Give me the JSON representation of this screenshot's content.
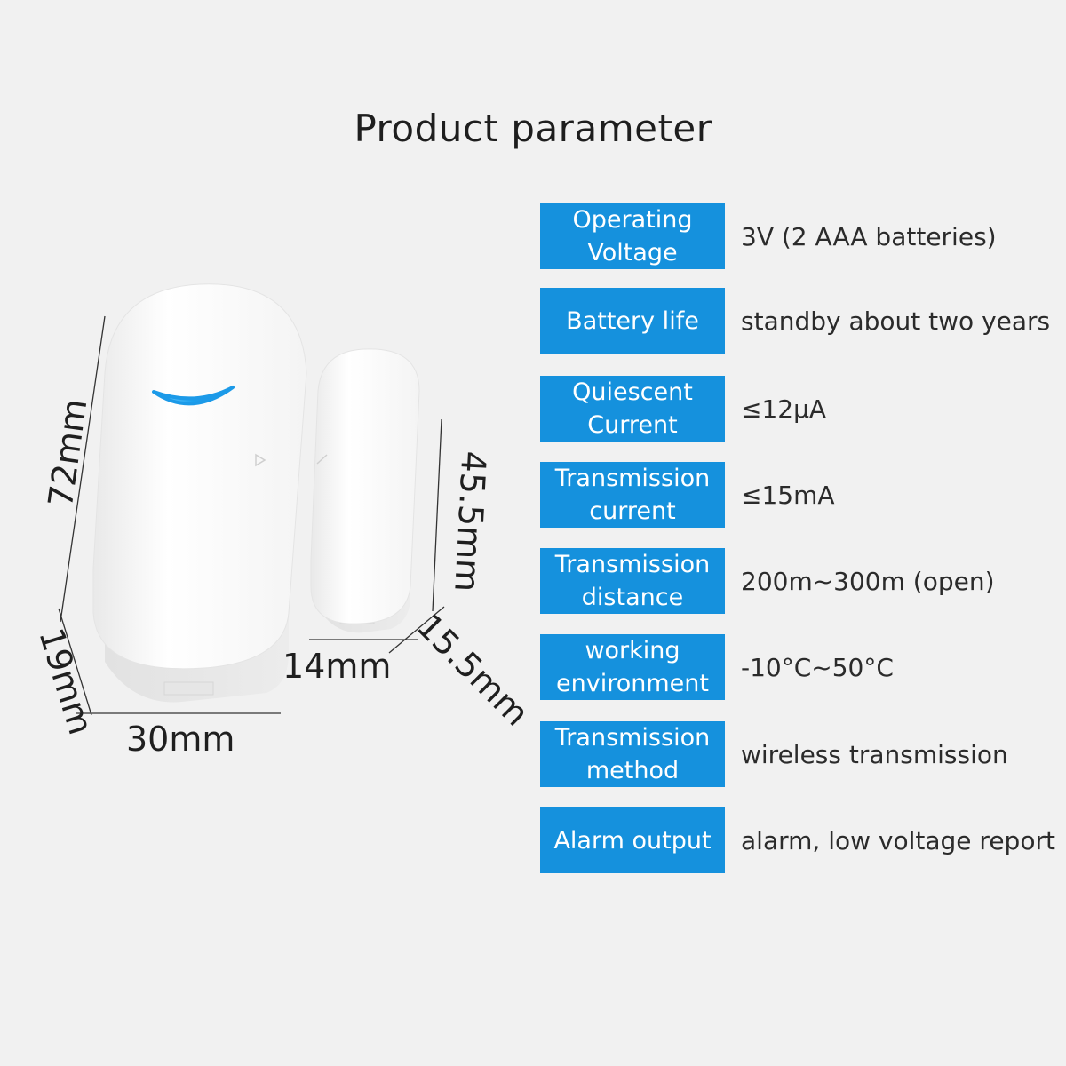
{
  "title": "Product parameter",
  "parameters": [
    {
      "label": "Operating\nVoltage",
      "value": "3V (2 AAA batteries)"
    },
    {
      "label": "Battery life",
      "value": "standby about two years"
    },
    {
      "label": "Quiescent\nCurrent",
      "value": "≤12μA"
    },
    {
      "label": "Transmission\ncurrent",
      "value": "≤15mA"
    },
    {
      "label": "Transmission\ndistance",
      "value": "200m~300m (open)"
    },
    {
      "label": "working\nenvironment",
      "value": "-10°C~50°C"
    },
    {
      "label": "Transmission\nmethod",
      "value": "wireless transmission"
    },
    {
      "label": "Alarm output",
      "value": "alarm, low voltage report"
    }
  ],
  "dimensions": {
    "sensor_height": "72mm",
    "sensor_depth": "19mm",
    "sensor_width": "30mm",
    "magnet_height": "45.5mm",
    "magnet_width": "14mm",
    "magnet_depth": "15.5mm"
  },
  "colors": {
    "label_background": "#1591dd",
    "label_text": "#ffffff",
    "indicator_light": "#2aa7ee",
    "page_background": "#f1f1f1"
  }
}
